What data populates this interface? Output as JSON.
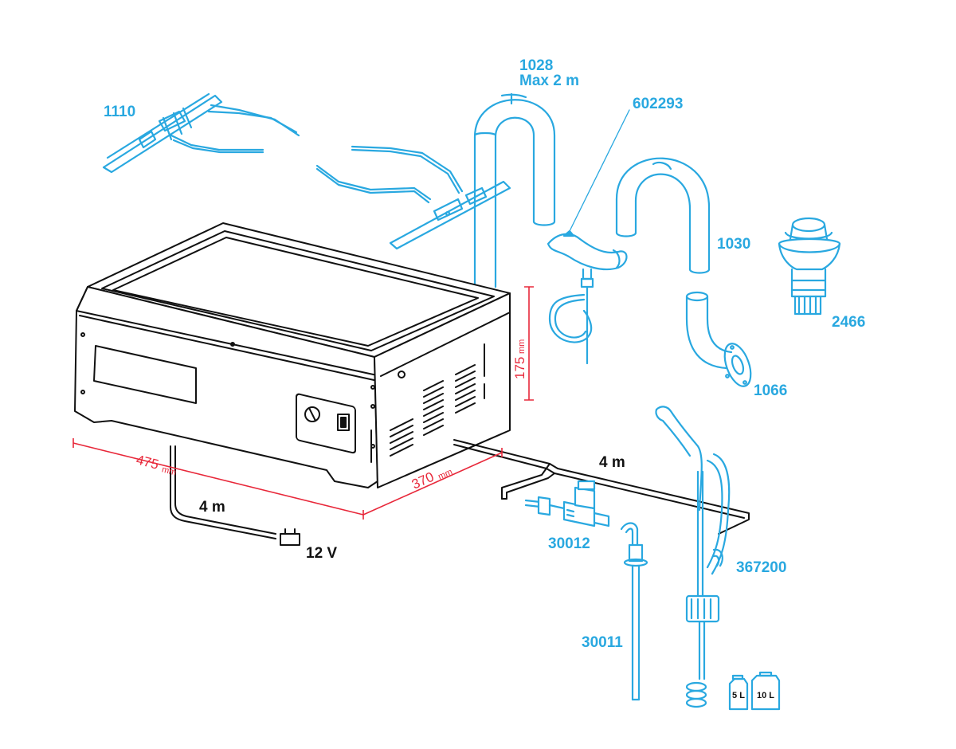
{
  "colors": {
    "part_blue": "#29a8e0",
    "outline_black": "#111111",
    "dimension_red": "#e8283a"
  },
  "parts": {
    "p1110": "1110",
    "p1028_code": "1028",
    "p1028_note": "Max 2 m",
    "p602293": "602293",
    "p1030": "1030",
    "p2466": "2466",
    "p1066": "1066",
    "p30012": "30012",
    "p367200": "367200",
    "p30011": "30011"
  },
  "cables": {
    "power_length": "4 m",
    "power_voltage": "12 V",
    "water_length": "4 m"
  },
  "dimensions": {
    "width_value": "475",
    "width_unit": "mm",
    "depth_value": "370",
    "depth_unit": "mm",
    "height_value": "175",
    "height_unit": "mm"
  },
  "canisters": {
    "small": "5 L",
    "large": "10 L"
  }
}
